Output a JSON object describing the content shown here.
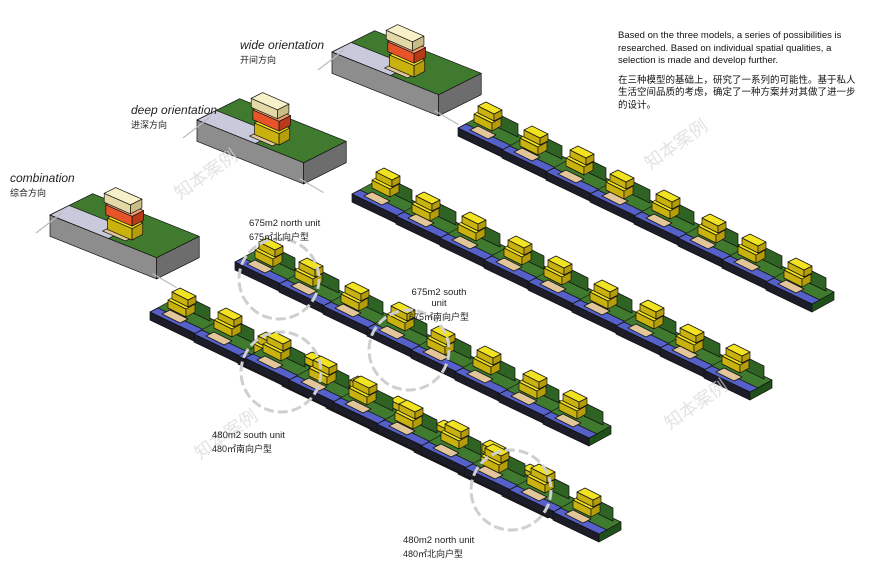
{
  "models": [
    {
      "en": "wide orientation",
      "zh": "开间方向"
    },
    {
      "en": "deep orientation",
      "zh": "进深方向"
    },
    {
      "en": "combination",
      "zh": "综合方向"
    }
  ],
  "description": {
    "en": "Based on the three models, a series of possibilities is researched. Based on individual spatial qualities, a selection is made and develop further.",
    "zh": "在三种模型的基础上，研究了一系列的可能性。基于私人生活空间品质的考虑，确定了一种方案并对其做了进一步的设计。"
  },
  "units": [
    {
      "en": "675m2 north unit",
      "zh": "675㎡北向户型"
    },
    {
      "en": "675m2 south unit",
      "zh": "675㎡南向户型"
    },
    {
      "en": "480m2 south unit",
      "zh": "480㎡南向户型"
    },
    {
      "en": "480m2 north unit",
      "zh": "480㎡北向户型"
    }
  ],
  "watermark": "知本案例",
  "colors": {
    "grass": "#3f7a2e",
    "grass_dark": "#1f4f1a",
    "water": "#5560c8",
    "sand": "#e2c69a",
    "volume": "#f2e322",
    "volume_side": "#c9b10e",
    "volume_red": "#e8542a",
    "cream": "#f7f0c8",
    "slab": "#c9c9dc"
  }
}
